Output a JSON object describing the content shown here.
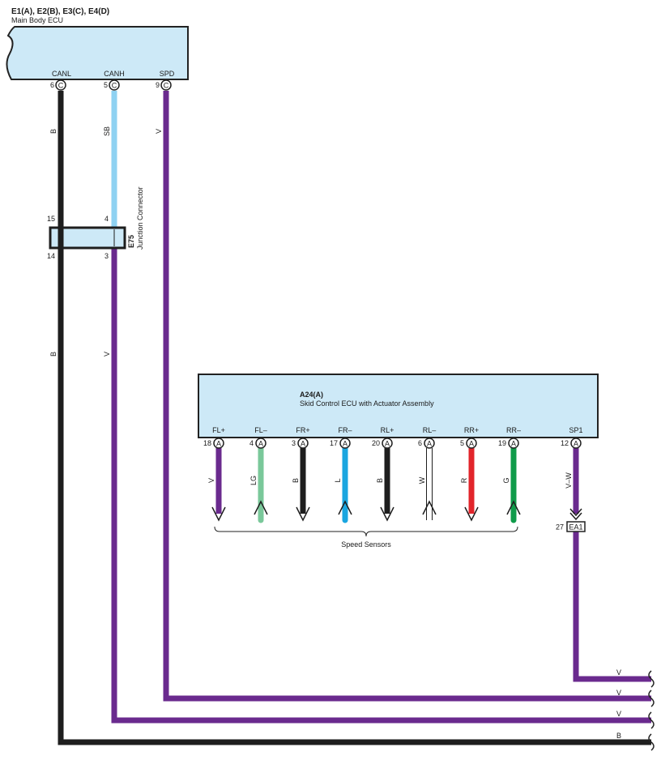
{
  "main_ecu": {
    "connectors": "E1(A), E2(B), E3(C), E4(D)",
    "name": "Main Body ECU",
    "pins": [
      {
        "label": "CANL",
        "num": "6",
        "conn": "C",
        "wire": "B"
      },
      {
        "label": "CANH",
        "num": "5",
        "conn": "C",
        "wire": "SB"
      },
      {
        "label": "SPD",
        "num": "9",
        "conn": "C",
        "wire": "V"
      }
    ]
  },
  "junction": {
    "id": "E75",
    "name": "Junction Connector",
    "pins_top": [
      "15",
      "4"
    ],
    "pins_bottom": [
      "14",
      "3"
    ],
    "wires_below": [
      "B",
      "V"
    ]
  },
  "skid_ecu": {
    "connector": "A24(A)",
    "name": "Skid Control ECU with Actuator Assembly",
    "pins": [
      {
        "label": "FL+",
        "num": "18",
        "conn": "A",
        "wire": "V"
      },
      {
        "label": "FL–",
        "num": "4",
        "conn": "A",
        "wire": "LG"
      },
      {
        "label": "FR+",
        "num": "3",
        "conn": "A",
        "wire": "B"
      },
      {
        "label": "FR–",
        "num": "17",
        "conn": "A",
        "wire": "L"
      },
      {
        "label": "RL+",
        "num": "20",
        "conn": "A",
        "wire": "B"
      },
      {
        "label": "RL–",
        "num": "6",
        "conn": "A",
        "wire": "W"
      },
      {
        "label": "RR+",
        "num": "5",
        "conn": "A",
        "wire": "R"
      },
      {
        "label": "RR–",
        "num": "19",
        "conn": "A",
        "wire": "G"
      },
      {
        "label": "SP1",
        "num": "12",
        "conn": "A",
        "wire": "V–W"
      }
    ],
    "group_label": "Speed Sensors"
  },
  "inline_connector": {
    "id": "EA1",
    "pin": "27"
  },
  "exit_wires": [
    "V",
    "V",
    "V",
    "B"
  ],
  "colors": {
    "ecu_fill": "#cde9f7",
    "black": "#1e1e1e",
    "purple": "#6a2a8e",
    "sky_blue": "#8fd2f2",
    "light_green": "#7ac89a",
    "blue": "#1aa6e0",
    "red": "#e2252b",
    "green": "#0f9b4a"
  }
}
